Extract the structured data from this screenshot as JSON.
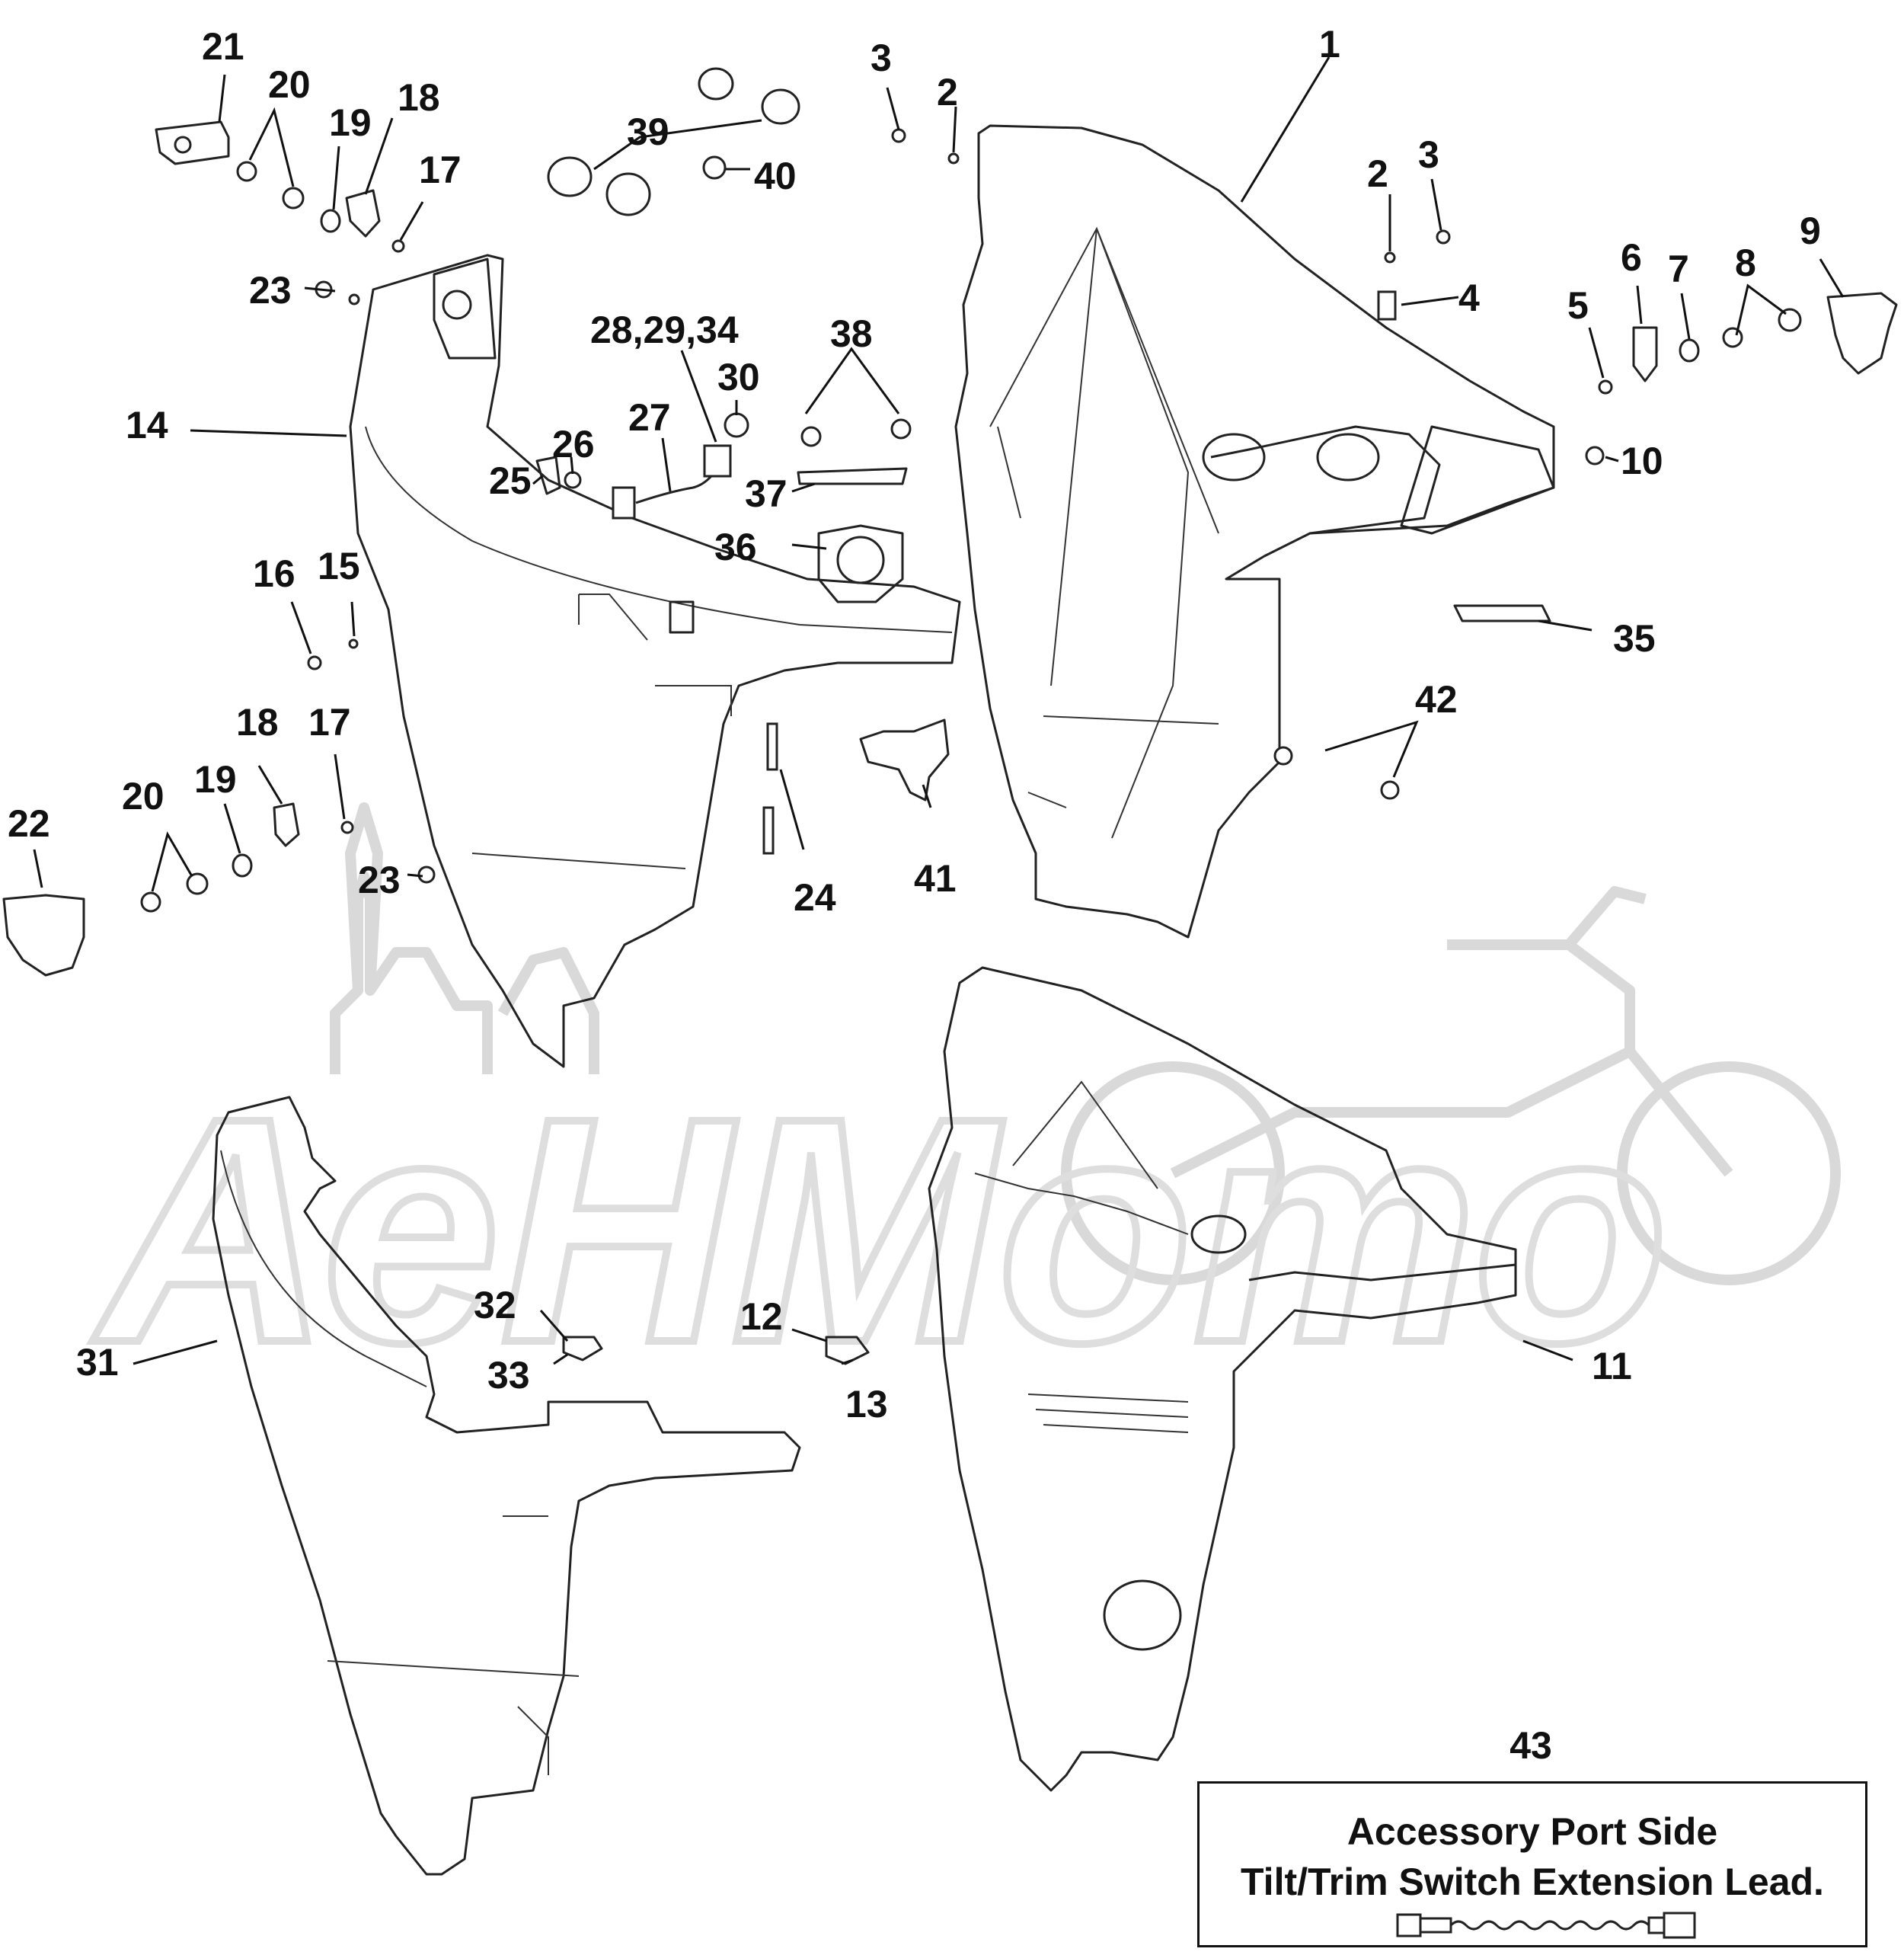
{
  "callouts": {
    "c1": "1",
    "c2a": "2",
    "c2b": "2",
    "c3a": "3",
    "c3b": "3",
    "c4": "4",
    "c5": "5",
    "c6": "6",
    "c7": "7",
    "c8": "8",
    "c9": "9",
    "c10": "10",
    "c11": "11",
    "c12": "12",
    "c13": "13",
    "c14": "14",
    "c15": "15",
    "c16": "16",
    "c17a": "17",
    "c17b": "17",
    "c18a": "18",
    "c18b": "18",
    "c19a": "19",
    "c19b": "19",
    "c20a": "20",
    "c20b": "20",
    "c21": "21",
    "c22": "22",
    "c23a": "23",
    "c23b": "23",
    "c24": "24",
    "c25": "25",
    "c26": "26",
    "c27": "27",
    "c28": "28,29,34",
    "c30": "30",
    "c31": "31",
    "c32": "32",
    "c33": "33",
    "c35": "35",
    "c36": "36",
    "c37": "37",
    "c38": "38",
    "c39": "39",
    "c40": "40",
    "c41": "41",
    "c42": "42"
  },
  "legend": {
    "number": "43",
    "line1": "Accessory Port Side",
    "line2": "Tilt/Trim Switch Extension Lead."
  },
  "watermark": {
    "text": "АеНМото"
  }
}
